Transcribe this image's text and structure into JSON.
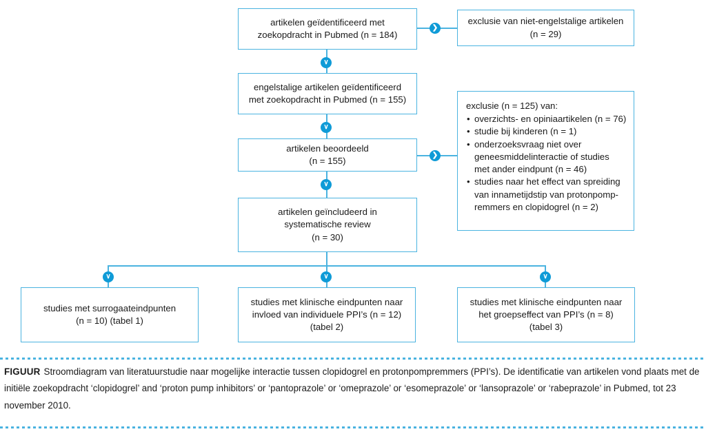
{
  "diagram": {
    "type": "flowchart",
    "accent_color": "#4ab3e0",
    "marker_color": "#0f9bd7",
    "nodes": {
      "identified": {
        "line1": "artikelen geïdentificeerd met",
        "line2": "zoekopdracht in Pubmed (n = 184)"
      },
      "excluded_nonenglish": {
        "line1": "exclusie van niet-engelstalige artikelen",
        "line2": "(n = 29)"
      },
      "english_identified": {
        "line1": "engelstalige artikelen geïdentificeerd",
        "line2": "met zoekopdracht in Pubmed (n = 155)"
      },
      "assessed": {
        "line1": "artikelen beoordeeld",
        "line2": "(n = 155)"
      },
      "exclusion_list": {
        "heading": "exclusie (n  =  125) van:",
        "items": [
          {
            "l1": "overzichts- en opiniaartikelen (n = 76)"
          },
          {
            "l1": "studie bij kinderen (n = 1)"
          },
          {
            "l1": "onderzoeksvraag niet over",
            "l2": "geneesmiddelinteractie of studies",
            "l3": "met ander eindpunt (n = 46)"
          },
          {
            "l1": "studies naar het effect van spreiding",
            "l2": "van innametijdstip van protonpomp-",
            "l3": "remmers en clopidogrel (n = 2)"
          }
        ]
      },
      "included": {
        "line1": "artikelen geïncludeerd in",
        "line2": "systematische review",
        "line3": "(n = 30)"
      },
      "outcome_surrogate": {
        "line1": "studies met surrogaateindpunten",
        "line2": "(n = 10) (tabel 1)"
      },
      "outcome_individual": {
        "line1": "studies met klinische eindpunten naar",
        "line2": "invloed van individuele PPI’s (n = 12)",
        "line3": "(tabel 2)"
      },
      "outcome_group": {
        "line1": "studies met klinische eindpunten naar",
        "line2": "het groepseffect van PPI’s (n = 8)",
        "line3": "(tabel 3)"
      }
    },
    "markers": {
      "down_glyph": "∨",
      "right_glyph": "❯"
    }
  },
  "caption": {
    "label": "FIGUUR",
    "text": "Stroomdiagram van literatuurstudie naar mogelijke interactie tussen clopidogrel en protonpompremmers (PPI’s). De identificatie van artikelen vond plaats met de initiële zoekopdracht ‘clopidogrel’ and ‘proton pump inhibitors’ or ‘pantoprazole’ or ‘omeprazole’ or ‘esomeprazole’ or ‘lansoprazole’ or ‘rabeprazole’ in Pubmed, tot 23 november 2010."
  },
  "chart_data": {
    "type": "flowchart",
    "title": "Stroomdiagram van literatuurstudie",
    "stages": [
      {
        "name": "artikelen geïdentificeerd met zoekopdracht in Pubmed",
        "n": 184
      },
      {
        "name": "exclusie van niet-engelstalige artikelen",
        "n": 29
      },
      {
        "name": "engelstalige artikelen geïdentificeerd met zoekopdracht in Pubmed",
        "n": 155
      },
      {
        "name": "artikelen beoordeeld",
        "n": 155
      },
      {
        "name": "exclusie",
        "n": 125
      },
      {
        "name": "artikelen geïncludeerd in systematische review",
        "n": 30
      },
      {
        "name": "studies met surrogaateindpunten (tabel 1)",
        "n": 10
      },
      {
        "name": "studies met klinische eindpunten naar invloed van individuele PPI’s (tabel 2)",
        "n": 12
      },
      {
        "name": "studies met klinische eindpunten naar het groepseffect van PPI’s (tabel 3)",
        "n": 8
      }
    ],
    "exclusion_breakdown": [
      {
        "reason": "overzichts- en opiniaartikelen",
        "n": 76
      },
      {
        "reason": "studie bij kinderen",
        "n": 1
      },
      {
        "reason": "onderzoeksvraag niet over geneesmiddelinteractie of studies met ander eindpunt",
        "n": 46
      },
      {
        "reason": "studies naar het effect van spreiding van innametijdstip van protonpompremmers en clopidogrel",
        "n": 2
      }
    ]
  }
}
